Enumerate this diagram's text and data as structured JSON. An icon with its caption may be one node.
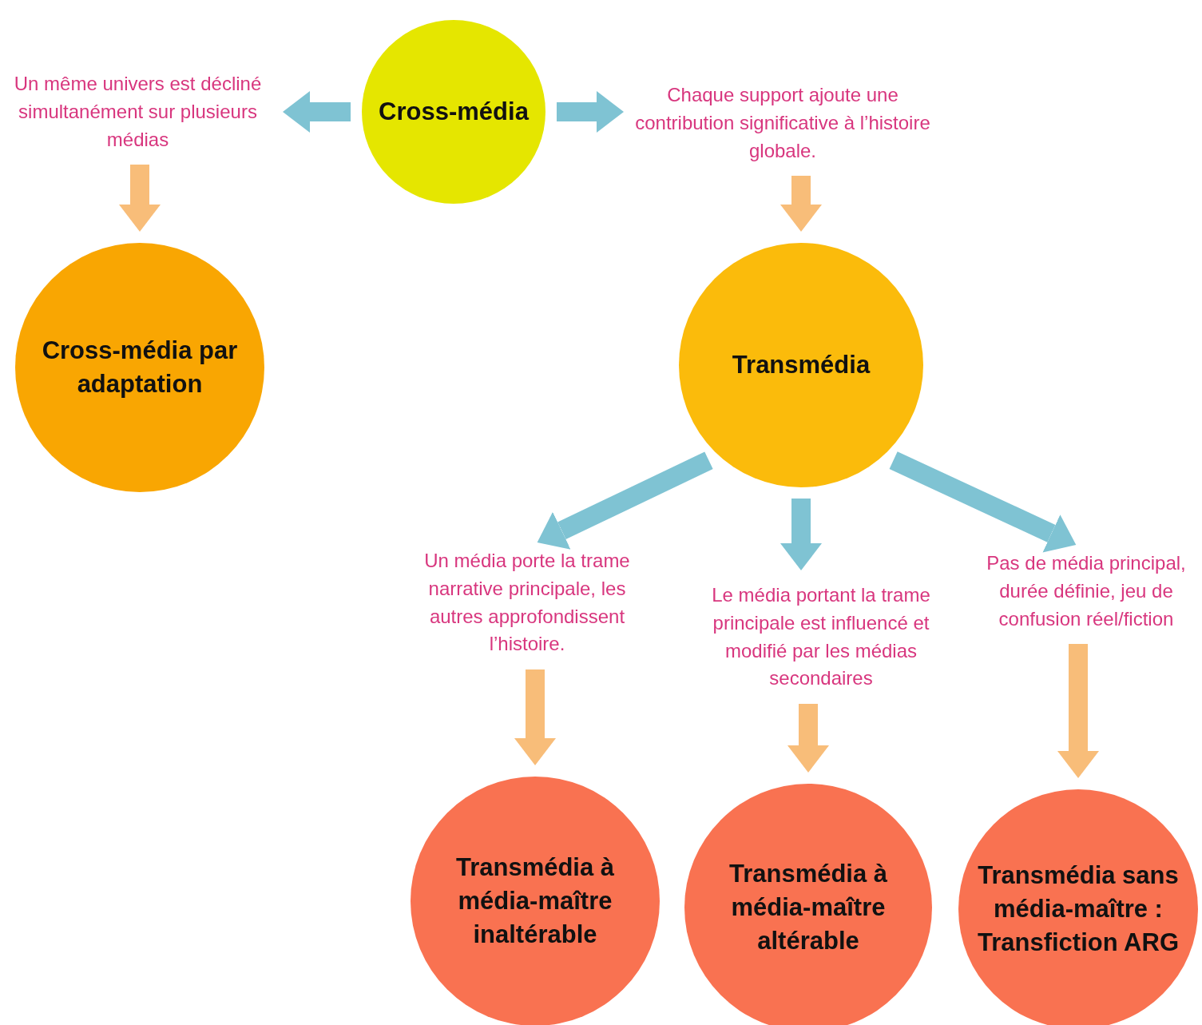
{
  "diagram": {
    "nodes": [
      {
        "text": [
          "Cross-média"
        ]
      },
      {
        "text": [
          "Un même univers est décliné simultanément sur plusieurs médias"
        ]
      },
      {
        "text": [
          "Chaque support ajoute une contribution significative à l’histoire globale."
        ]
      },
      {
        "text": [
          "Cross-média par adaptation"
        ]
      },
      {
        "text": [
          "Transmédia"
        ]
      },
      {
        "text": [
          "Un média porte la trame narrative principale, les autres approfondissent l’histoire."
        ]
      },
      {
        "text": [
          "Le média portant la trame principale est influencé et modifié par les médias secondaires"
        ]
      },
      {
        "text": [
          "Pas de média principal, durée définie, jeu de confusion réel/fiction"
        ]
      },
      {
        "text": [
          "Transmédia à média-maître inaltérable"
        ]
      },
      {
        "text": [
          "Transmédia à média-maître altérable"
        ]
      },
      {
        "text": [
          "Transmédia sans média-maître : Transfiction ARG"
        ]
      }
    ],
    "edges": [
      {
        "from": 0,
        "to": 1,
        "arrow": "to",
        "color": "#7fc3d3"
      },
      {
        "from": 0,
        "to": 2,
        "arrow": "to",
        "color": "#7fc3d3"
      },
      {
        "from": 1,
        "to": 3,
        "arrow": "to",
        "color": "#f8bd79"
      },
      {
        "from": 2,
        "to": 4,
        "arrow": "to",
        "color": "#f8bd79"
      },
      {
        "from": 4,
        "to": 5,
        "arrow": "to",
        "color": "#7fc3d3"
      },
      {
        "from": 4,
        "to": 6,
        "arrow": "to",
        "color": "#7fc3d3"
      },
      {
        "from": 4,
        "to": 7,
        "arrow": "to",
        "color": "#7fc3d3"
      },
      {
        "from": 5,
        "to": 8,
        "arrow": "to",
        "color": "#f8bd79"
      },
      {
        "from": 6,
        "to": 9,
        "arrow": "to",
        "color": "#f8bd79"
      },
      {
        "from": 7,
        "to": 10,
        "arrow": "to",
        "color": "#f8bd79"
      }
    ]
  }
}
